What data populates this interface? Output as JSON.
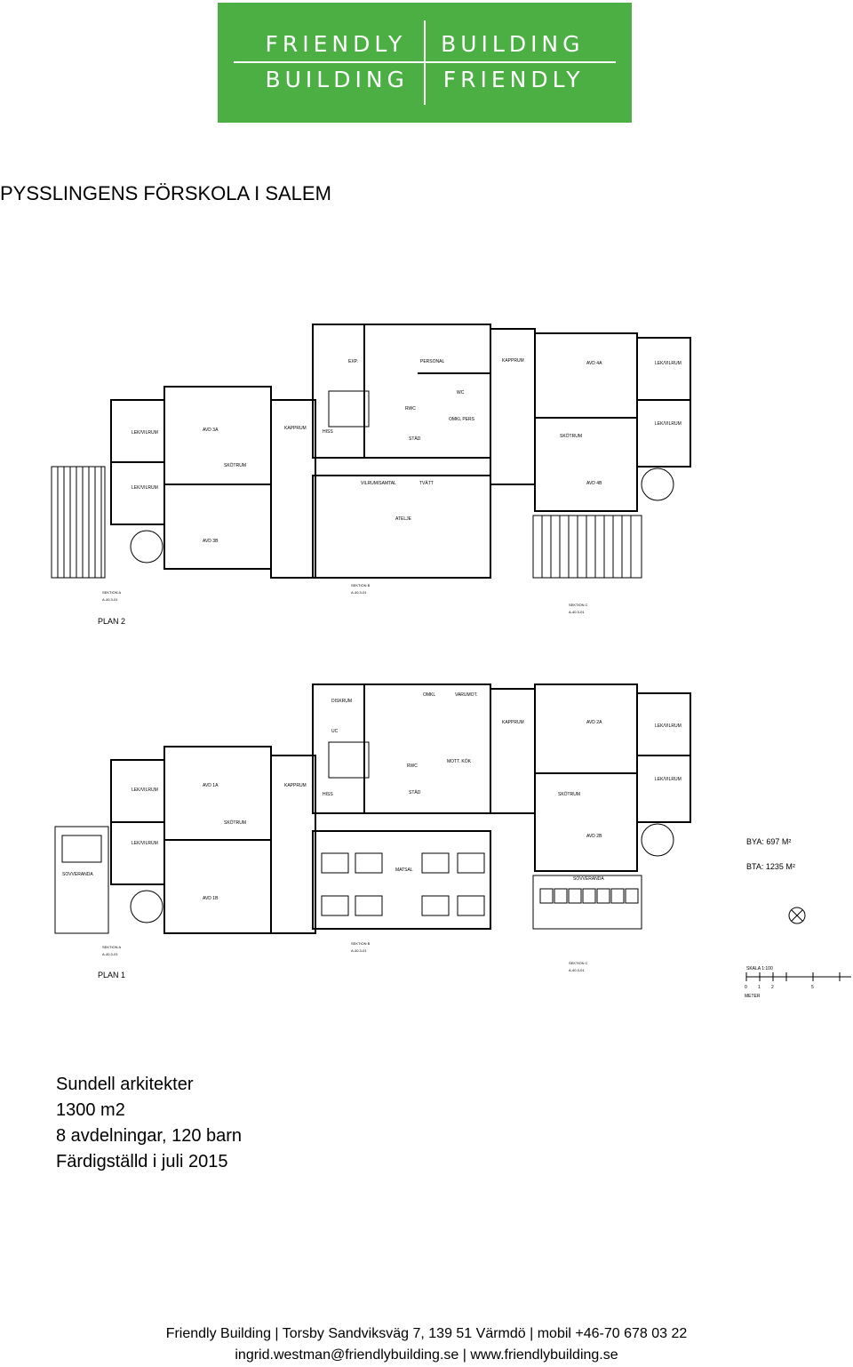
{
  "logo": {
    "line1_left": "FRIENDLY",
    "line1_right": "BUILDING",
    "line2_left": "BUILDING",
    "line2_right": "FRIENDLY",
    "color": "#4caf44"
  },
  "title": "PYSSLINGENS FÖRSKOLA I SALEM",
  "floorplan": {
    "plan2_label": "PLAN 2",
    "plan1_label": "PLAN 1",
    "bya": "BYA: 697 M²",
    "bta": "BTA: 1235 M²",
    "scale_label": "SKALA 1:100",
    "scale_unit": "METER",
    "scale_ticks": [
      "0",
      "1",
      "2",
      "5"
    ],
    "section_a": "SEKTION A",
    "section_b": "SEKTION B",
    "section_c": "SEKTION C",
    "section_ref": "A-40.3-01",
    "plan2_rooms": [
      "AVD 3A",
      "AVD 3B",
      "AVD 4A",
      "AVD 4B",
      "LEK/VILRUM",
      "LEK/VILRUM",
      "LEK/VILRUM",
      "LEK/VILRUM",
      "KAPPRUM",
      "KAPPRUM",
      "ATELJE",
      "TVÄTT",
      "VILRUM/SAMTAL",
      "PERSONAL",
      "SKÖTRUM",
      "SKÖTRUM",
      "EXP.",
      "STÄD",
      "OMKL PERS",
      "RWC",
      "WC",
      "HISS"
    ],
    "plan1_rooms": [
      "AVD 1A",
      "AVD 1B",
      "AVD 2A",
      "AVD 2B",
      "LEK/VILRUM",
      "LEK/VILRUM",
      "LEK/VILRUM",
      "LEK/VILRUM",
      "KAPPRUM",
      "KAPPRUM",
      "MATSAL",
      "DISKRUM",
      "UC",
      "VARUMOT.",
      "MOTT. KÖK",
      "OMKL",
      "SKÖTRUM",
      "SKÖTRUM",
      "SOVVERANDA",
      "SOVVERANDA",
      "STÄD",
      "RWC",
      "HISS"
    ]
  },
  "info": {
    "architect": "Sundell arkitekter",
    "area": "1300 m2",
    "units": "8 avdelningar, 120 barn",
    "completed": "Färdigställd i juli 2015"
  },
  "footer": {
    "line1": "Friendly Building | Torsby Sandviksväg 7, 139 51 Värmdö | mobil +46-70 678 03 22",
    "line2": "ingrid.westman@friendlybuilding.se | www.friendlybuilding.se"
  }
}
